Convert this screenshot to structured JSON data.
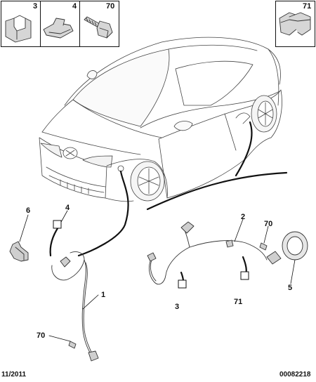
{
  "legend": {
    "items": [
      {
        "ref": "3",
        "part": "clip"
      },
      {
        "ref": "4",
        "part": "clip"
      },
      {
        "ref": "70",
        "part": "bolt"
      }
    ],
    "right_item": {
      "ref": "71",
      "part": "clip"
    }
  },
  "callouts": {
    "c6": "6",
    "c4": "4",
    "c1": "1",
    "c70a": "70",
    "c2": "2",
    "c70b": "70",
    "c5": "5",
    "c3": "3",
    "c71": "71"
  },
  "footer": {
    "date": "11/2011",
    "code": "00082218"
  }
}
